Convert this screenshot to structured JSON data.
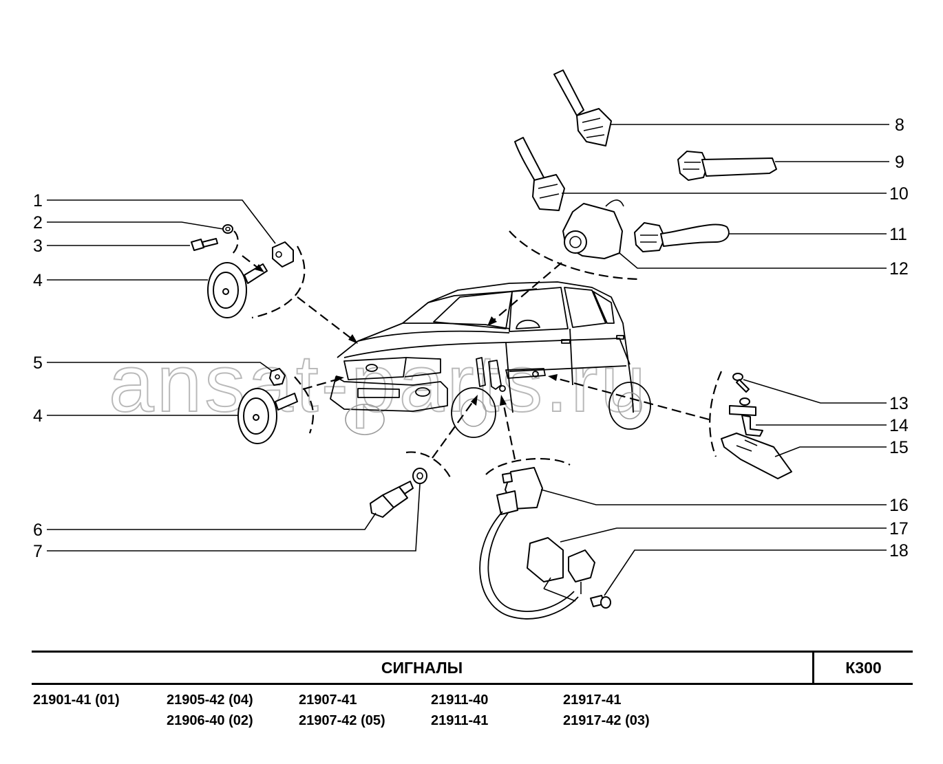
{
  "watermark": "ansat-parts.ru",
  "callouts": [
    "1",
    "2",
    "3",
    "4",
    "4",
    "5",
    "6",
    "7",
    "8",
    "9",
    "10",
    "11",
    "12",
    "13",
    "14",
    "15",
    "16",
    "17",
    "18"
  ],
  "title_block": {
    "title": "СИГНАЛЫ",
    "code": "К300"
  },
  "models": [
    [
      "21901-41 (01)"
    ],
    [
      "21905-42 (04)",
      "21906-40 (02)"
    ],
    [
      "21907-41",
      "21907-42 (05)"
    ],
    [
      "21911-40",
      "21911-41"
    ],
    [
      "21917-41",
      "21917-42 (03)"
    ]
  ]
}
